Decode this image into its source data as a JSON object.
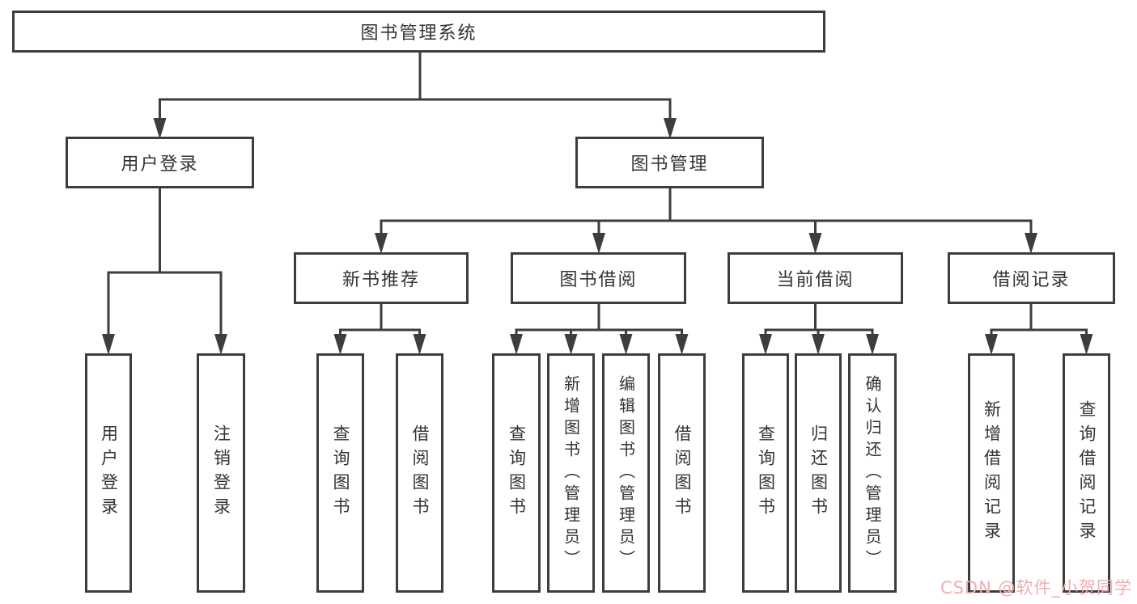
{
  "colors": {
    "background": "#ffffff",
    "line": "#3d3d3d",
    "text": "#333333",
    "watermark": "#f0aeae"
  },
  "diagram": {
    "root": {
      "label": "图书管理系统"
    },
    "branches": [
      {
        "label": "用户登录",
        "leaves": [
          {
            "label": "用户登录"
          },
          {
            "label": "注销登录"
          }
        ]
      },
      {
        "label": "图书管理",
        "groups": [
          {
            "label": "新书推荐",
            "leaves": [
              {
                "label": "查询图书"
              },
              {
                "label": "借阅图书"
              }
            ]
          },
          {
            "label": "图书借阅",
            "leaves": [
              {
                "label": "查询图书"
              },
              {
                "label": "新增图书（管理员）"
              },
              {
                "label": "编辑图书（管理员）"
              },
              {
                "label": "借阅图书"
              }
            ]
          },
          {
            "label": "当前借阅",
            "leaves": [
              {
                "label": "查询图书"
              },
              {
                "label": "归还图书"
              },
              {
                "label": "确认归还（管理员）"
              }
            ]
          },
          {
            "label": "借阅记录",
            "leaves": [
              {
                "label": "新增借阅记录"
              },
              {
                "label": "查询借阅记录"
              }
            ]
          }
        ]
      }
    ]
  },
  "watermark": {
    "text": "CSDN @软件_小贺同学"
  }
}
